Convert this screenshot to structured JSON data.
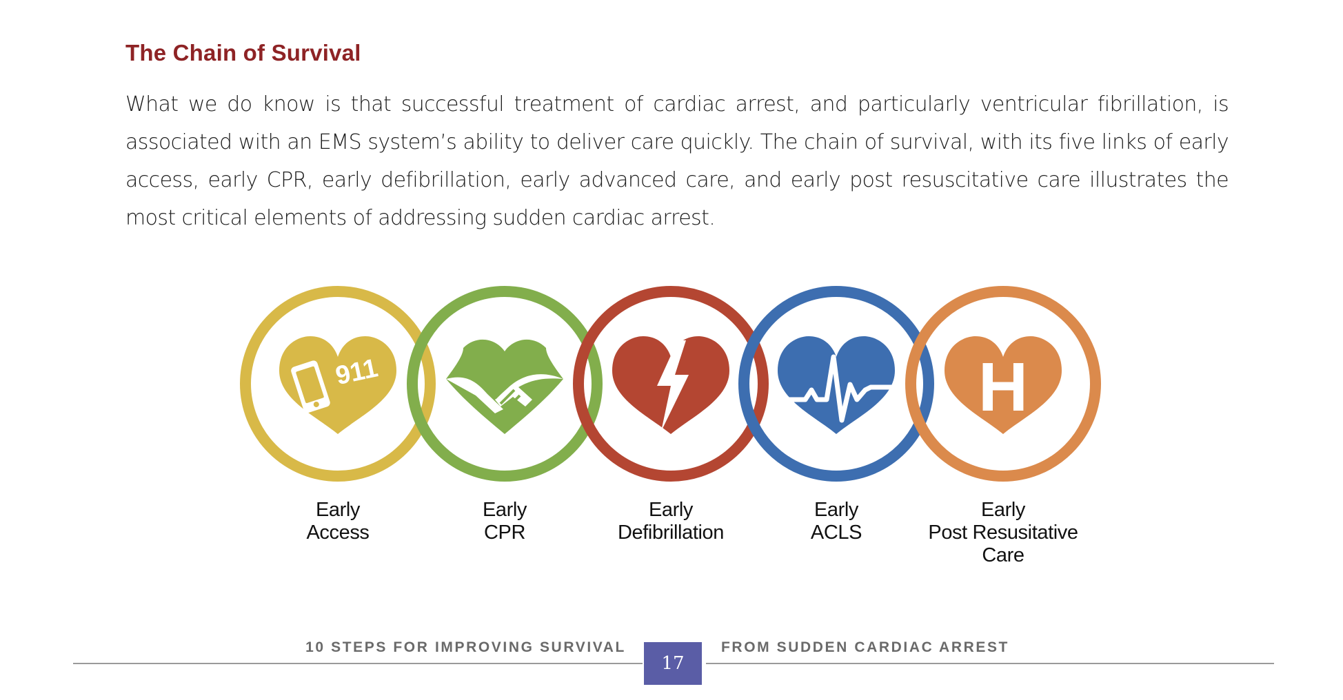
{
  "section": {
    "title": "The Chain of Survival",
    "paragraph": "What we do know is that successful treatment of cardiac arrest, and particularly ventricular fibrillation, is associated with an EMS system’s ability to deliver care quickly. The chain of survival, with its five links of early access, early CPR, early defibrillation, early advanced care, and early post resuscitative care illustrates the most critical elements of addressing sudden cardiac arrest."
  },
  "chain": {
    "links": [
      {
        "lines": [
          "Early",
          "Access"
        ],
        "color": "#d8b948",
        "icon": "phone-911-heart-icon",
        "icon_text": "911"
      },
      {
        "lines": [
          "Early",
          "CPR"
        ],
        "color": "#82ae4c",
        "icon": "hands-heart-icon"
      },
      {
        "lines": [
          "Early",
          "Defibrillation"
        ],
        "color": "#b44632",
        "icon": "lightning-heart-icon"
      },
      {
        "lines": [
          "Early",
          "ACLS"
        ],
        "color": "#3d6eb0",
        "icon": "ecg-heart-icon"
      },
      {
        "lines": [
          "Early",
          "Post Resusitative",
          "Care"
        ],
        "color": "#db8a4c",
        "icon": "hospital-heart-icon",
        "icon_text": "H"
      }
    ]
  },
  "footer": {
    "left_text": "10 STEPS FOR IMPROVING SURVIVAL",
    "page_number": "17",
    "right_text": "FROM SUDDEN CARDIAC ARREST"
  }
}
